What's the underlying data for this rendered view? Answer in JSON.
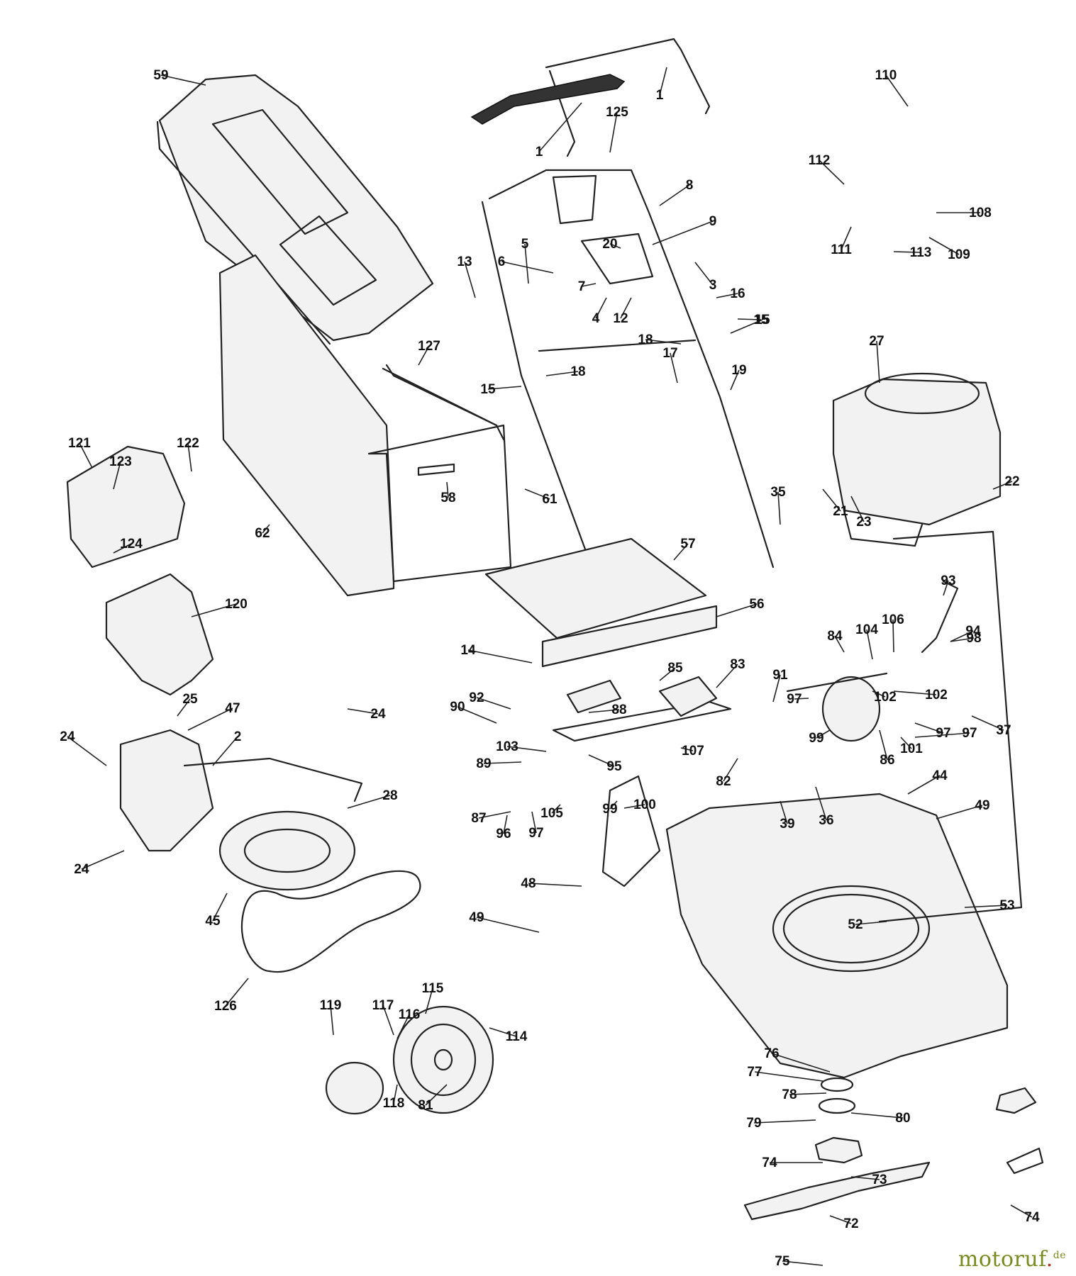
{
  "callouts": [
    "1",
    "1",
    "2",
    "3",
    "4",
    "5",
    "6",
    "7",
    "8",
    "9",
    "12",
    "13",
    "14",
    "15",
    "15",
    "15",
    "16",
    "17",
    "18",
    "18",
    "19",
    "20",
    "21",
    "22",
    "23",
    "24",
    "24",
    "24",
    "25",
    "27",
    "28",
    "35",
    "36",
    "37",
    "39",
    "44",
    "45",
    "47",
    "48",
    "49",
    "49",
    "52",
    "53",
    "56",
    "57",
    "58",
    "59",
    "61",
    "62",
    "72",
    "73",
    "74",
    "74",
    "75",
    "76",
    "77",
    "78",
    "79",
    "80",
    "81",
    "82",
    "83",
    "84",
    "85",
    "86",
    "87",
    "88",
    "89",
    "90",
    "91",
    "92",
    "93",
    "94",
    "95",
    "96",
    "97",
    "97",
    "97",
    "97",
    "98",
    "99",
    "99",
    "100",
    "101",
    "102",
    "102",
    "103",
    "104",
    "105",
    "106",
    "107",
    "108",
    "109",
    "110",
    "111",
    "112",
    "113",
    "114",
    "115",
    "116",
    "117",
    "118",
    "119",
    "120",
    "121",
    "122",
    "123",
    "124",
    "125",
    "126",
    "127"
  ],
  "watermark": {
    "brand": "motoruf",
    "tld": "de"
  }
}
